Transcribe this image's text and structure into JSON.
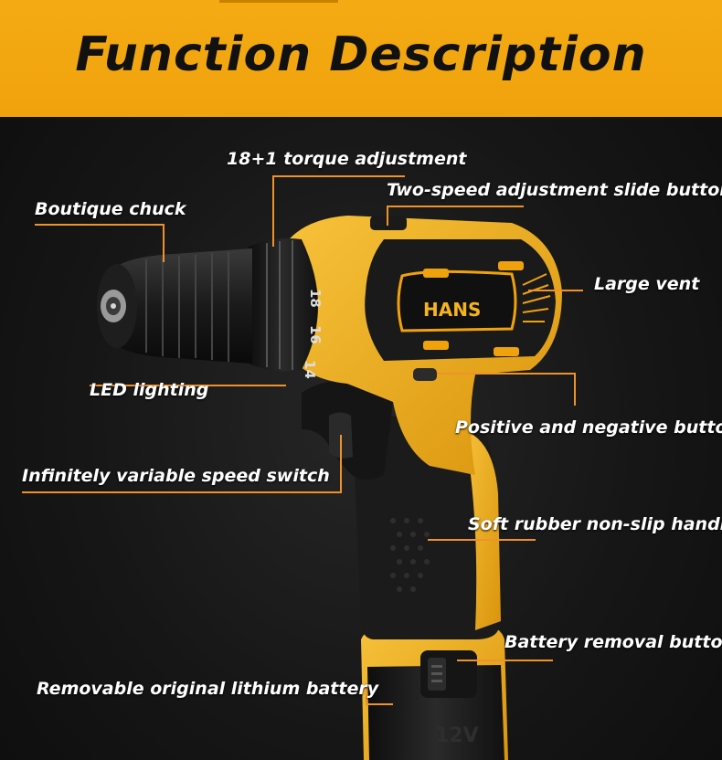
{
  "header": {
    "title": "Function Description"
  },
  "brand": {
    "logo_text": "HANS",
    "battery_text": "12V"
  },
  "torque_scale": {
    "mark_18": "18",
    "mark_16": "16",
    "mark_14": "14"
  },
  "labels": {
    "torque": "18+1 torque adjustment",
    "two_speed": "Two-speed adjustment slide button",
    "chuck": "Boutique chuck",
    "vent": "Large vent",
    "led": "LED lighting",
    "direction": "Positive and negative button",
    "speed_switch": "Infinitely variable speed switch",
    "handle": "Soft rubber non-slip handle",
    "battery_release": "Battery removal button",
    "battery": "Removable original lithium battery"
  },
  "colors": {
    "accent": "#f0a20c",
    "leader": "#f0922a",
    "body_yellow": "#f2b21c",
    "body_black": "#1c1c1c"
  }
}
